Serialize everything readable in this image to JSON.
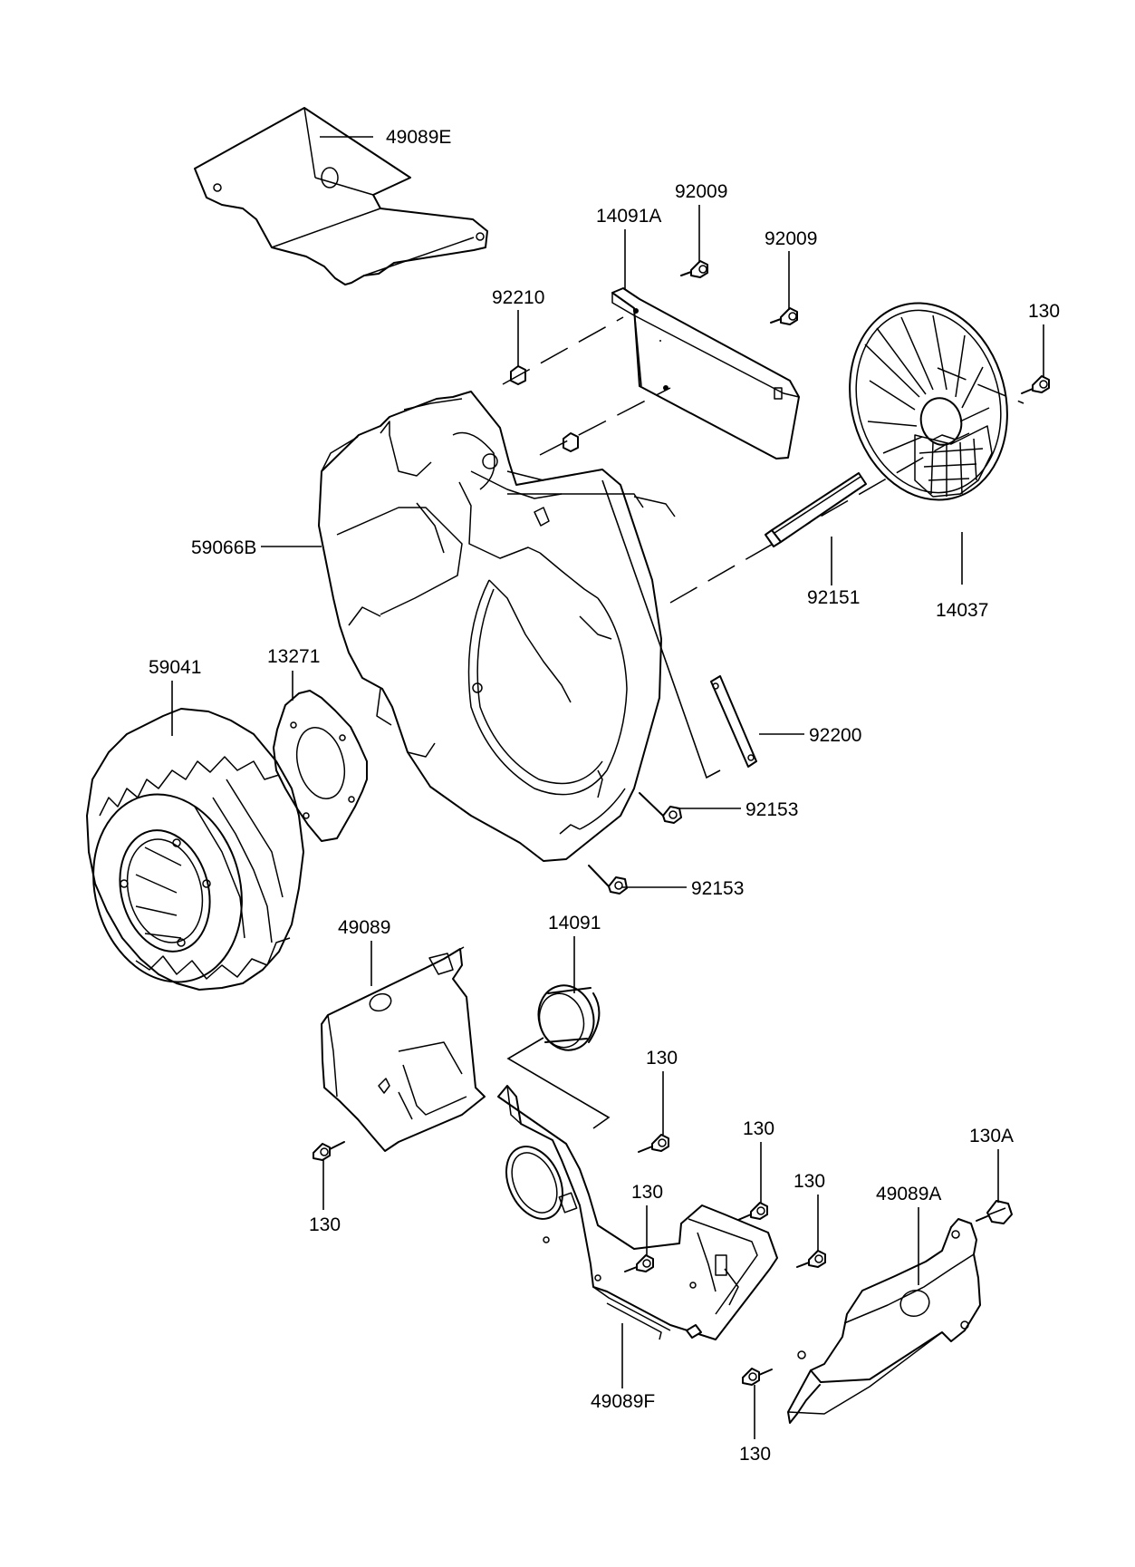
{
  "diagram": {
    "labels": {
      "p49089E": "49089E",
      "p92009a": "92009",
      "p14091A": "14091A",
      "p92009b": "92009",
      "p92210": "92210",
      "p130a": "130",
      "p59066B": "59066B",
      "p92151": "92151",
      "p14037": "14037",
      "p59041": "59041",
      "p13271": "13271",
      "p92200": "92200",
      "p92153a": "92153",
      "p92153b": "92153",
      "p49089": "49089",
      "p14091": "14091",
      "p130b": "130",
      "p130c": "130",
      "p130d": "130",
      "p130e": "130",
      "p130f": "130",
      "p130A": "130A",
      "p49089A": "49089A",
      "p49089F": "49089F",
      "p130g": "130"
    }
  }
}
